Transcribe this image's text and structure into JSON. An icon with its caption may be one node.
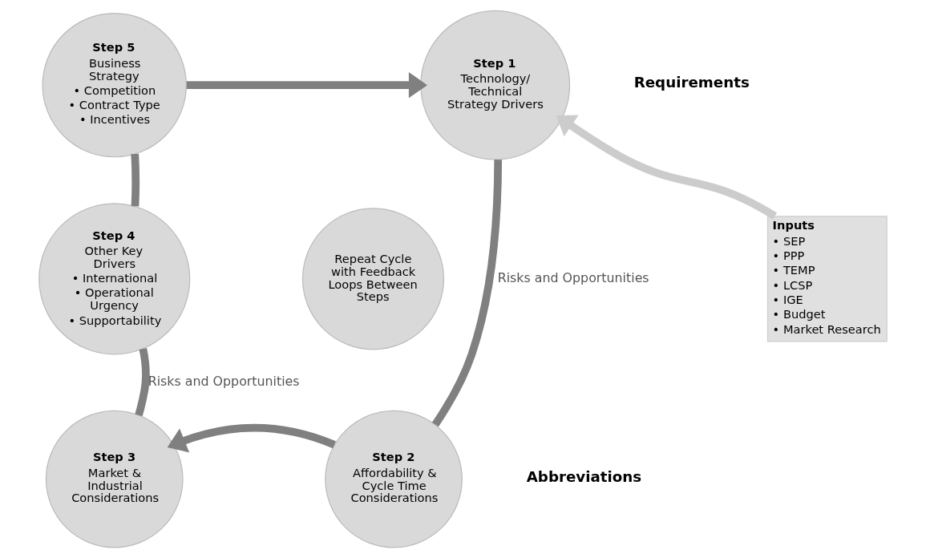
{
  "diagram": {
    "nodes": [
      {
        "text": [
          "Step 5",
          "Business Strategy",
          "• Competition",
          "• Contract Type",
          "• Incentives"
        ]
      },
      {
        "text": [
          "Step 1",
          "Technology/ Technical Strategy Drivers"
        ]
      },
      {
        "text": [
          "Inputs",
          "• SEP",
          "• PPP",
          "• TEMP",
          "• LCSP",
          "• IGE",
          "• Budget",
          "• Market Research"
        ]
      },
      {
        "text": [
          "Step 4",
          "Other Key Drivers",
          "• International",
          "• Operational Urgency",
          "• Supportability"
        ]
      },
      {
        "text": [
          "Repeat Cycle with Feedback Loops Between Steps"
        ]
      },
      {
        "text": [
          "Step 2",
          "Affordability & Cycle Time Considerations"
        ]
      },
      {
        "text": [
          "Step 3",
          "Market & Industrial Considerations"
        ]
      }
    ],
    "edges": [
      {
        "from": 0,
        "to": 1,
        "arrow": "to"
      },
      {
        "from": 1,
        "to": 5,
        "arrow": "none",
        "label": "Risks and Opportunities"
      },
      {
        "from": 5,
        "to": 6,
        "arrow": "to"
      },
      {
        "from": 6,
        "to": 3,
        "arrow": "none",
        "label": "Risks and Opportunities"
      },
      {
        "from": 3,
        "to": 0,
        "arrow": "none"
      },
      {
        "from": 2,
        "to": 1,
        "arrow": "to",
        "color": "#cccccc"
      }
    ],
    "labels": [
      "Requirements",
      "Abbreviations"
    ]
  }
}
